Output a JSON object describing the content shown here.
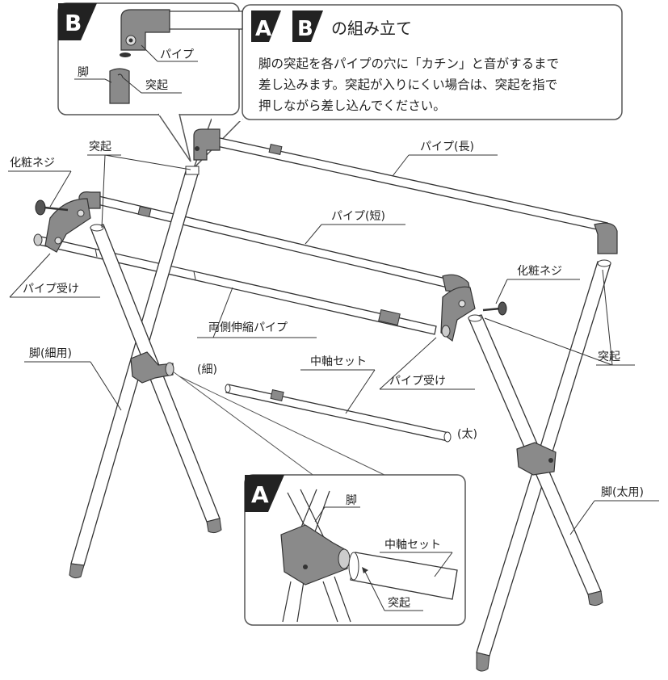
{
  "panel_top": {
    "badge_a": "A",
    "badge_b": "B",
    "title": "の組み立て",
    "lines": [
      "脚の突起を各パイプの穴に「カチン」と音がするまで",
      "差し込みます。突起が入りにくい場合は、突起を指で",
      "押しながら差し込んでください。"
    ]
  },
  "detail_b": {
    "badge": "B",
    "pipe_label": "パイプ",
    "leg_label": "脚",
    "protrusion_label": "突起"
  },
  "detail_a": {
    "badge": "A",
    "leg_label": "脚",
    "shaft_label": "中軸セット",
    "protrusion_label": "突起"
  },
  "labels": {
    "protrusion_left": "突起",
    "cosmetic_screw_left": "化粧ネジ",
    "pipe_long": "パイプ(長)",
    "pipe_short": "パイプ(短)",
    "pipe_holder_left": "パイプ受け",
    "telescopic_pipe": "両側伸縮パイプ",
    "leg_thin": "脚(細用)",
    "thin": "(細)",
    "center_shaft": "中軸セット",
    "thick": "(太)",
    "pipe_holder_right": "パイプ受け",
    "cosmetic_screw_right": "化粧ネジ",
    "protrusion_right": "突起",
    "leg_thick": "脚(太用)"
  },
  "colors": {
    "badge_fill": "#222222",
    "part_gray": "#8a8a8a",
    "callout_border": "#555555"
  }
}
